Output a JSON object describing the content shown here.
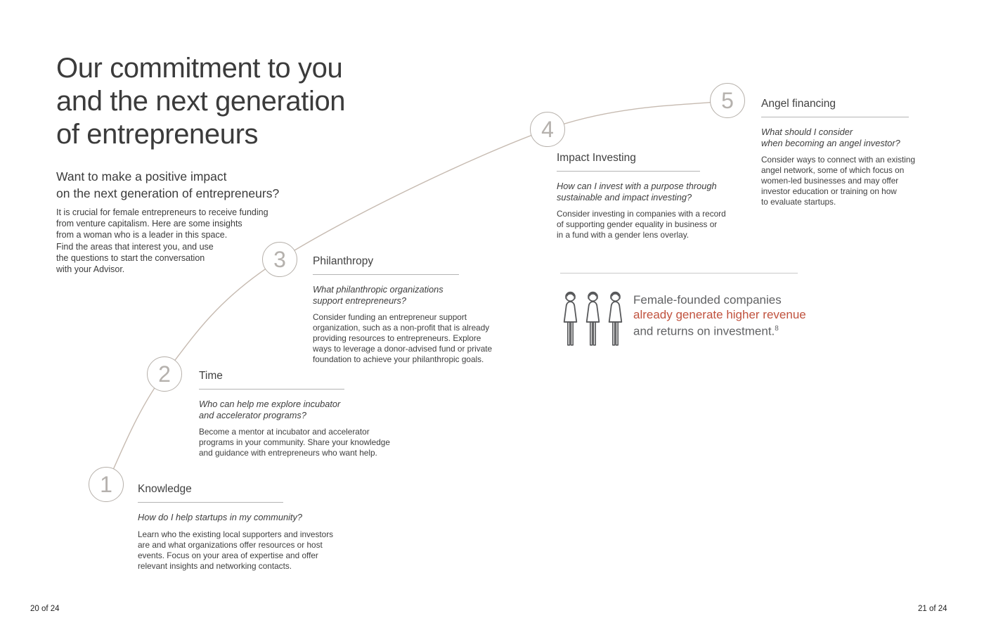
{
  "document": {
    "title": "Our commitment to you\nand the next generation\nof entrepreneurs",
    "subtitle": "Want to make a positive impact\non the next generation of entrepreneurs?",
    "intro": "It is crucial for female entrepreneurs to receive funding\nfrom venture capitalism. Here are some insights\nfrom a woman who is a leader in this space.\nFind the areas that interest you, and use\nthe questions to start the conversation\nwith your Advisor.",
    "footer_left": "20 of 24",
    "footer_right": "21 of 24"
  },
  "steps": [
    {
      "number": "1",
      "title": "Knowledge",
      "question": "How do I help startups in my community?",
      "body": "Learn who the existing local supporters and investors\nare and what organizations offer resources or host\nevents. Focus on your area of expertise and offer\nrelevant insights and networking contacts."
    },
    {
      "number": "2",
      "title": "Time",
      "question": "Who can help me explore incubator\nand accelerator programs?",
      "body": "Become a mentor at incubator and accelerator\nprograms in your community. Share your knowledge\nand guidance with entrepreneurs who want help."
    },
    {
      "number": "3",
      "title": "Philanthropy",
      "question": "What philanthropic organizations\nsupport entrepreneurs?",
      "body": "Consider funding an entrepreneur support\norganization, such as a non-profit that is already\nproviding resources to entrepreneurs. Explore\nways to leverage a donor-advised fund or private\nfoundation to achieve your philanthropic goals."
    },
    {
      "number": "4",
      "title": "Impact Investing",
      "question": "How can I invest with a purpose through\nsustainable and impact investing?",
      "body": "Consider investing in companies with a record\nof supporting gender equality in business or\nin a fund with a gender lens overlay."
    },
    {
      "number": "5",
      "title": "Angel financing",
      "question": "What should I consider\nwhen becoming an angel investor?",
      "body": "Consider ways to connect with an existing\nangel network, some of which focus on\nwomen-led businesses and may offer\ninvestor education or training on how\nto evaluate startups."
    }
  ],
  "stat": {
    "line1": "Female-founded companies",
    "line2_highlight": "already generate higher revenue",
    "line3": "and returns on investment.",
    "footnote_marker": "8",
    "icon": "women-figures-icon"
  },
  "colors": {
    "highlight_red": "#c0523e",
    "curve_tan": "#c6bab0",
    "circle_border_gray": "#b6b0aa",
    "circle_number_gray": "#b5b1ad",
    "heading_gray": "#414141",
    "body_gray": "#3e3e3e",
    "stat_text_gray": "#616264",
    "rule_gray": "#b4b4b4",
    "icon_gray": "#58595b"
  }
}
